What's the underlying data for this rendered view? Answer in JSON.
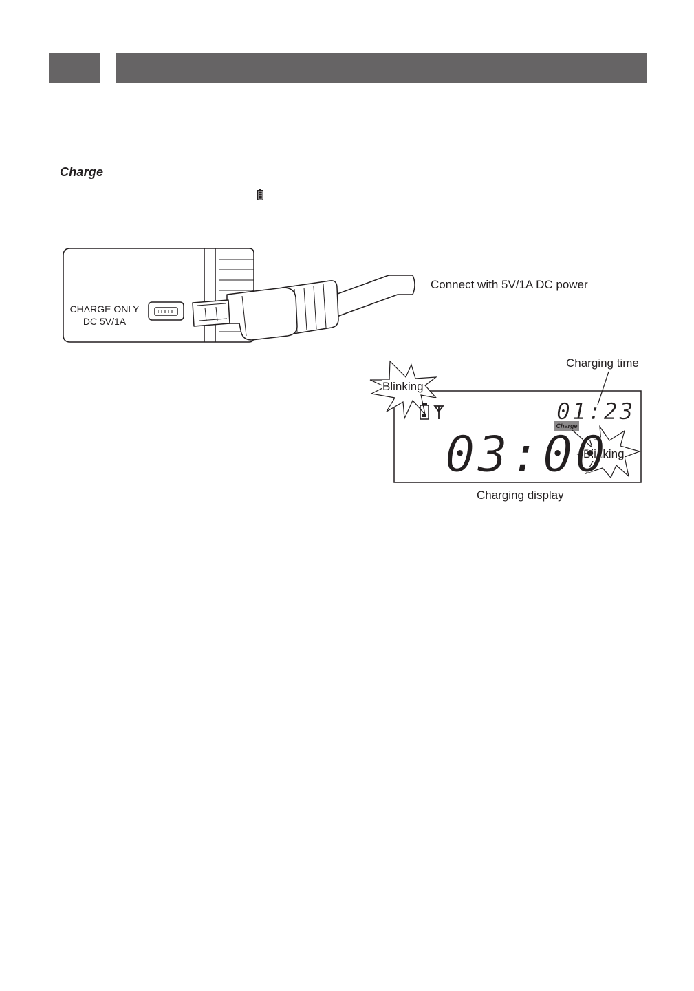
{
  "section": {
    "title": "Charge"
  },
  "device": {
    "port_label_line1": "CHARGE ONLY",
    "port_label_line2": "DC 5V/1A"
  },
  "callouts": {
    "connect": "Connect with 5V/1A DC power",
    "charging_time": "Charging time",
    "blinking_left": "Blinking",
    "blinking_right": "Blinking",
    "caption": "Charging display"
  },
  "lcd": {
    "small_time": "01:23",
    "big_time": "03:00",
    "charge_badge": "Charge"
  },
  "icons": [
    "battery-icon",
    "antenna-icon",
    "usb-port-icon",
    "usb-plug-icon"
  ]
}
